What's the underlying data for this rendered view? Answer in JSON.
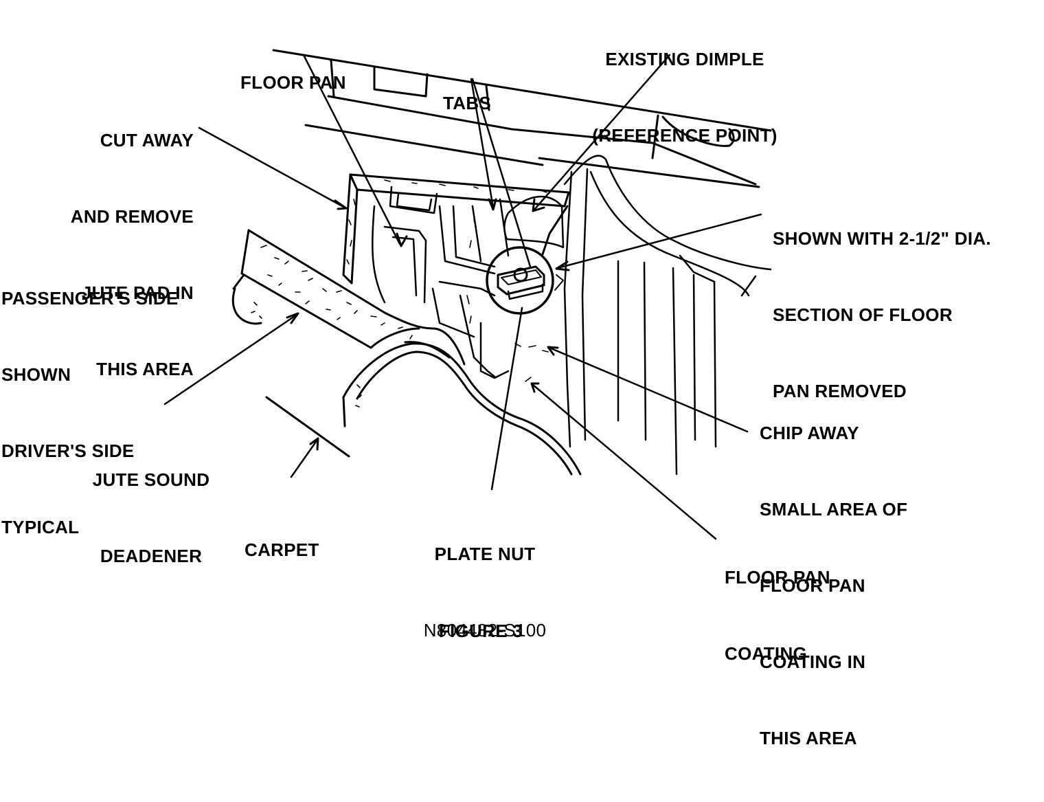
{
  "figure": {
    "caption": "FIGURE 3",
    "labels": {
      "floor_pan": [
        "FLOOR PAN"
      ],
      "existing_dimple": [
        "EXISTING DIMPLE",
        "(REFERENCE POINT)"
      ],
      "tabs": [
        "TABS"
      ],
      "cut_away": [
        "CUT AWAY",
        "AND REMOVE",
        "JUTE PAD IN",
        "THIS AREA"
      ],
      "shown_with": [
        "SHOWN WITH 2-1/2\" DIA.",
        "SECTION OF FLOOR",
        "PAN REMOVED"
      ],
      "passenger_side": [
        "PASSENGER'S SIDE",
        "SHOWN",
        "DRIVER'S SIDE",
        "TYPICAL"
      ],
      "chip_away": [
        "CHIP AWAY",
        "SMALL AREA OF",
        "FLOOR PAN",
        "COATING IN",
        "THIS AREA"
      ],
      "jute_sound": [
        "JUTE SOUND",
        "DEADENER"
      ],
      "carpet": [
        "CARPET"
      ],
      "plate_nut": [
        "PLATE NUT",
        "N804482-S100"
      ],
      "floor_pan_coating": [
        "FLOOR PAN",
        "COATING"
      ]
    }
  }
}
